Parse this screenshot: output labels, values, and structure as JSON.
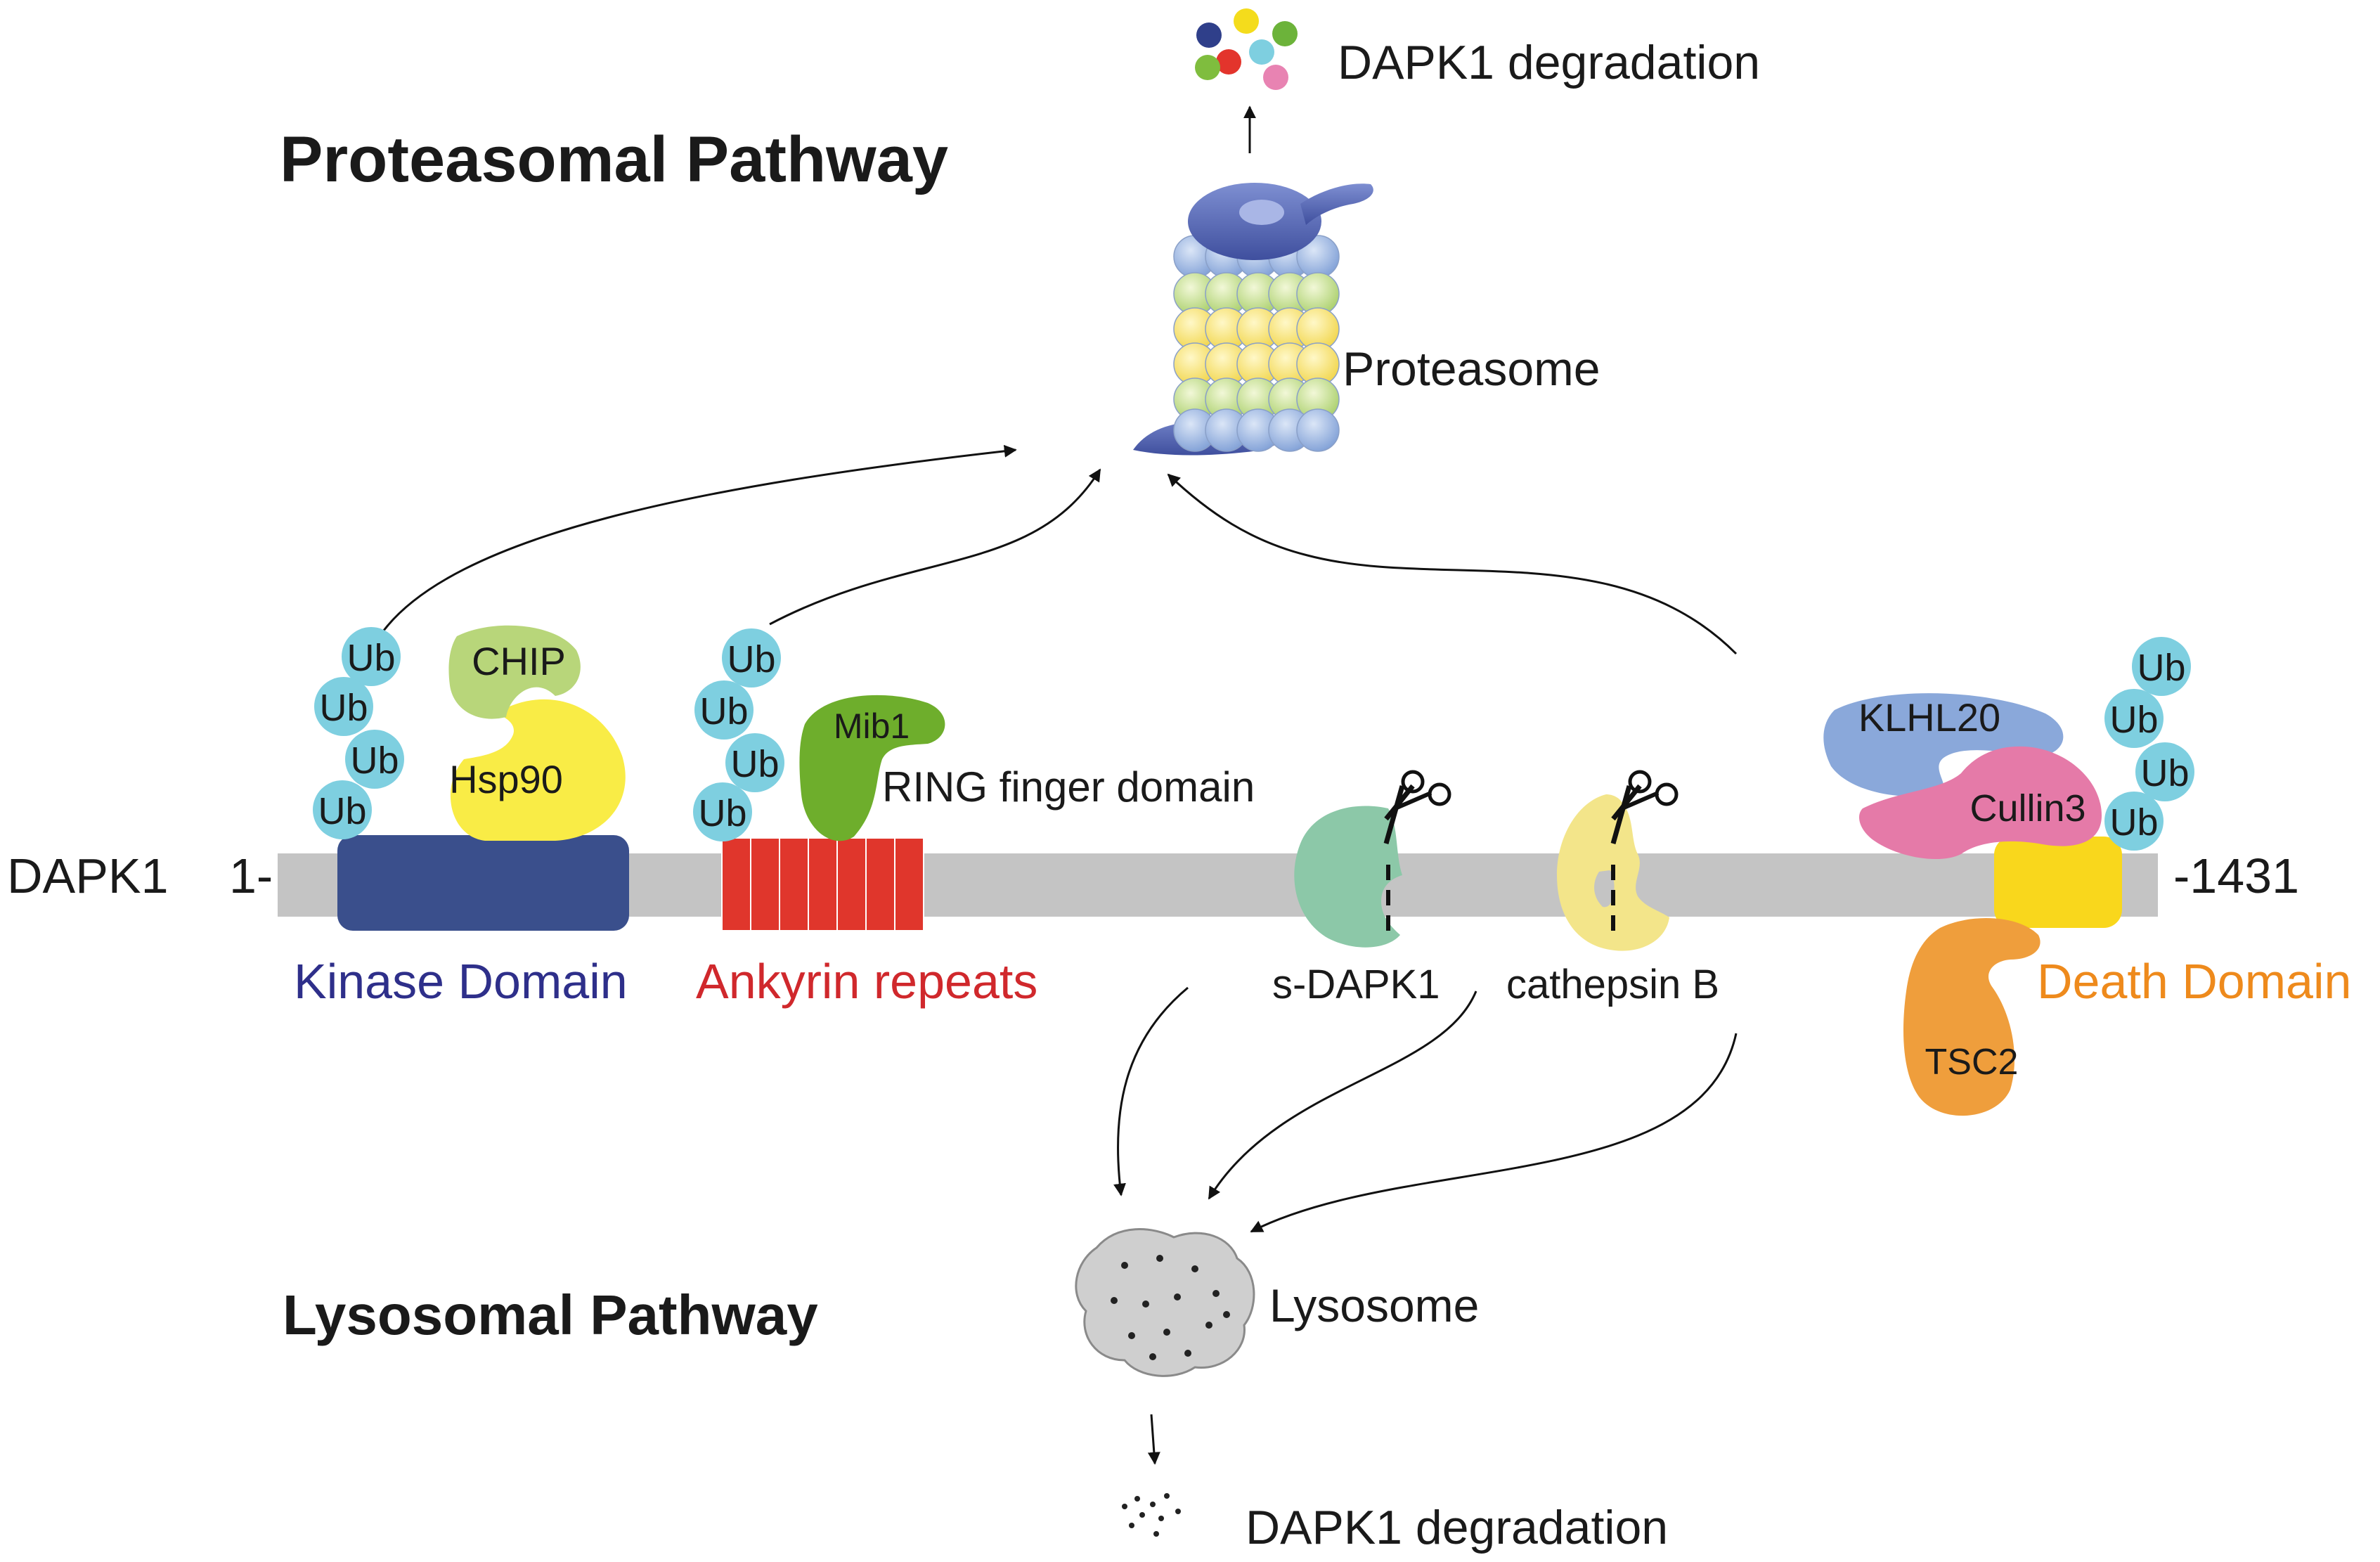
{
  "titles": {
    "proteasomal": "Proteasomal Pathway",
    "lysosomal": "Lysosomal Pathway"
  },
  "protein": {
    "name": "DAPK1",
    "start": "1-",
    "end": "-1431"
  },
  "domains": {
    "kinase": "Kinase Domain",
    "ankyrin": "Ankyrin repeats",
    "death": "Death Domain",
    "ring": "RING finger domain"
  },
  "factors": {
    "chip": "CHIP",
    "hsp90": "Hsp90",
    "mib1": "Mib1",
    "klhl20": "KLHL20",
    "cullin3": "Cullin3",
    "tsc2": "TSC2",
    "s_dapk1": "s-DAPK1",
    "cathepsin_b": "cathepsin B"
  },
  "ubiquitin": {
    "label": "Ub"
  },
  "organelles": {
    "proteasome": "Proteasome",
    "lysosome": "Lysosome"
  },
  "outcomes": {
    "top": "DAPK1 degradation",
    "bottom": "DAPK1 degradation"
  },
  "colors": {
    "background": "#ffffff",
    "backbone": "#c4c4c4",
    "kinase": "#3a4f8c",
    "kinase_text": "#2e2f8a",
    "ankyrin": "#e0362c",
    "ankyrin_text": "#d0282c",
    "death": "#f9d71c",
    "death_text": "#ee8a1c",
    "ubiquitin": "#7ecfe0",
    "chip": "#b8d67a",
    "hsp90": "#f9ec46",
    "mib1": "#6eae2c",
    "s_dapk1": "#8cc8a8",
    "cathepsin_b": "#f3e58a",
    "klhl20": "#8aa8da",
    "cullin3": "#e57aa8",
    "tsc2": "#ef9e3c",
    "proteasome_cap": "#5a6cb8",
    "lysosome": "#cfcfcf"
  },
  "icons": {
    "scissors": "scissors-icon"
  }
}
